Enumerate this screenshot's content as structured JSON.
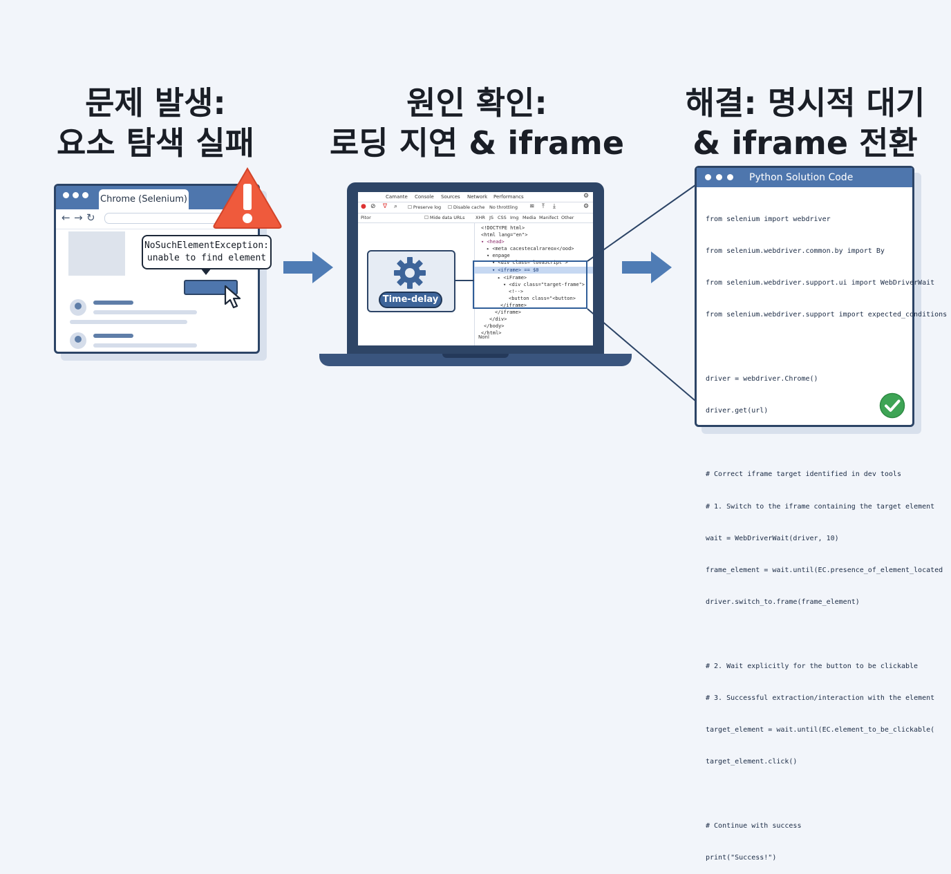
{
  "headings": {
    "problem": [
      "문제 발생:",
      "요소 탐색 실패"
    ],
    "cause": [
      "원인 확인:",
      "로딩 지연 & iframe"
    ],
    "solution": [
      "해결: 명시적 대기",
      "& iframe 전환"
    ]
  },
  "browser": {
    "tab_label": "Chrome (Selenium)",
    "error_lines": [
      "NoSuchElementException:",
      "unable to find element"
    ]
  },
  "devtools": {
    "tabs": [
      "Camante",
      "Console",
      "Sources",
      "Network",
      "Performancs"
    ],
    "toolbar": [
      "Preserve log",
      "Disable cache",
      "No throttling"
    ],
    "filter": "Pitor",
    "filter_options": [
      "Mide data URLs",
      "XHR",
      "JS",
      "CSS",
      "Img",
      "Media",
      "Manifect",
      "Other"
    ],
    "dom_lines": [
      "<!DOCTYPE html>",
      "<html lang=\"en\">",
      "▾ <head>",
      "▸ <meta cacestecalrareox</ood>",
      "▾ enpage",
      "▾ <div class=\"lova5cript\">",
      "▾ <iframe> == $0",
      "▸ <iFrame>",
      "▾ <div class=\"target-frame\">",
      "<!-->",
      "<button class=\"<button>",
      "</iframe>",
      "</iframe>",
      "</div>",
      "</body>",
      "</html>"
    ],
    "status": "Nonl",
    "time_label": "Time-delay"
  },
  "code": {
    "title": "Python Solution Code",
    "lines": [
      "from selenium import webdriver",
      "from selenium.webdriver.common.by import By",
      "from selenium.webdriver.support.ui import WebDriverWait",
      "from selenium.webdriver.support import expected_conditions",
      "",
      "driver = webdriver.Chrome()",
      "driver.get(url)",
      "",
      "# Correct iframe target identified in dev tools",
      "# 1. Switch to the iframe containing the target element",
      "wait = WebDriverWait(driver, 10)",
      "frame_element = wait.until(EC.presence_of_element_located",
      "driver.switch_to.frame(frame_element)",
      "",
      "# 2. Wait explicitly for the button to be clickable",
      "# 3. Successful extraction/interaction with the element",
      "target_element = wait.until(EC.element_to_be_clickable(",
      "target_element.click()",
      "",
      "# Continue with success",
      "print(\"Success!\")"
    ]
  },
  "colors": {
    "accent": "#4e76ad",
    "dark": "#2c4466",
    "warning": "#ef5a3c",
    "success": "#3ea455"
  }
}
